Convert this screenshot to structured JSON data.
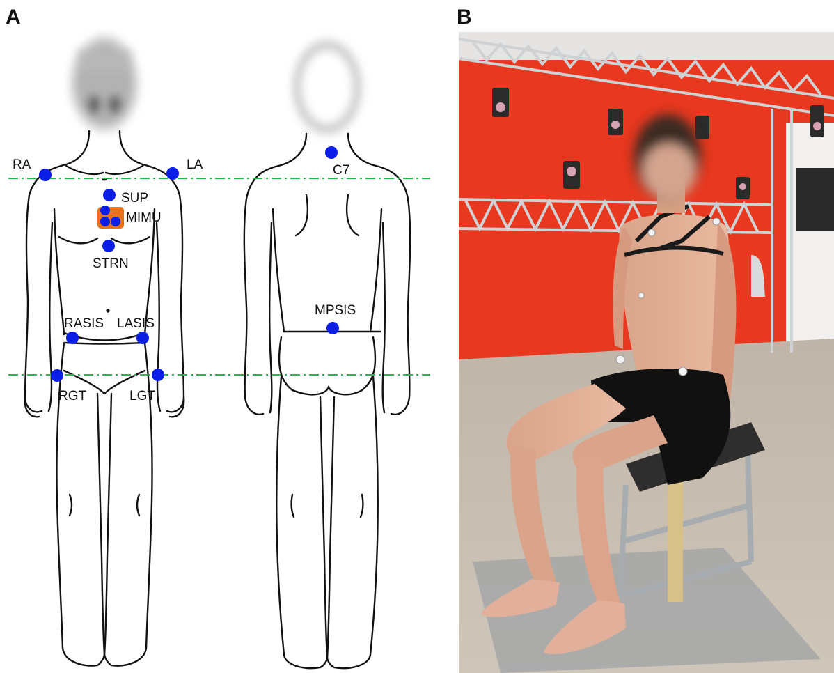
{
  "panels": {
    "a_label": "A",
    "b_label": "B"
  },
  "markers": {
    "ra": "RA",
    "la": "LA",
    "sup": "SUP",
    "mimu": "MIMU",
    "strn": "STRN",
    "rasis": "RASIS",
    "lasis": "LASIS",
    "rgt": "RGT",
    "lgt": "LGT",
    "c7": "C7",
    "mpsis": "MPSIS"
  },
  "colors": {
    "marker": "#0a1ee6",
    "mimu_box": "#e8731c",
    "reference_line": "#22b84a",
    "wall": "#e8381f",
    "floor": "#c9bfb2"
  }
}
